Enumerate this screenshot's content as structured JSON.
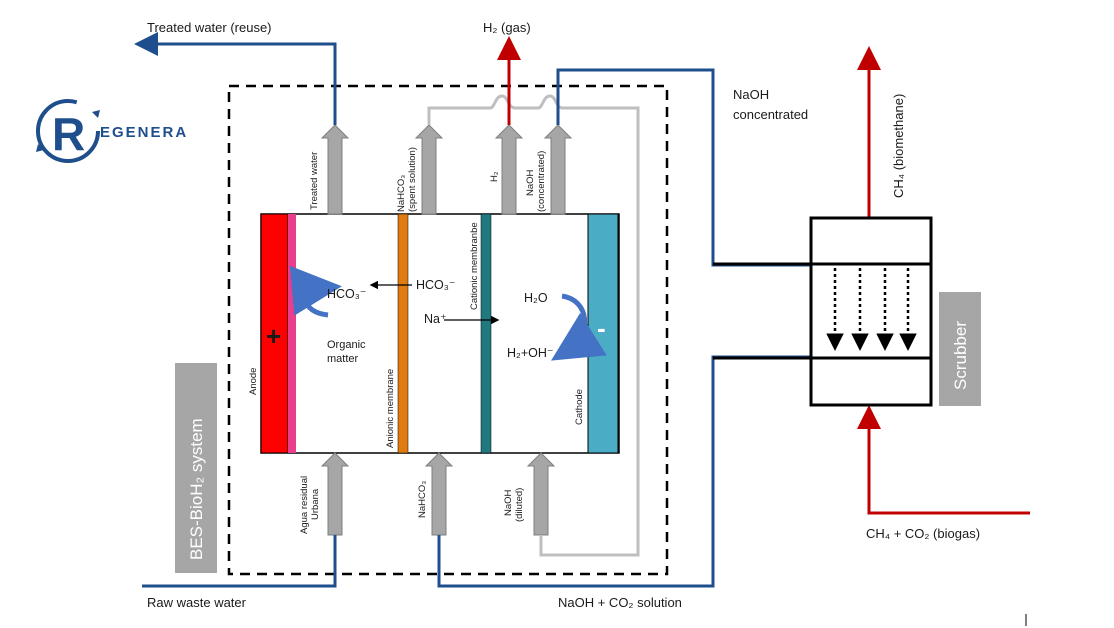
{
  "logo": {
    "text": "EGENERA",
    "letter": "R"
  },
  "labels": {
    "treated_water_reuse": "Treated water (reuse)",
    "h2_gas": "H₂ (gas)",
    "naoh_concentrated": [
      "NaOH",
      "concentrated"
    ],
    "ch4_biomethane": "CH₄ (biomethane)",
    "raw_waste_water": "Raw waste water",
    "naoh_co2_solution": "NaOH + CO₂ solution",
    "ch4_co2_biogas": "CH₄ + CO₂ (biogas)",
    "bes_system": "BES-BioH₂ system",
    "scrubber": "Scrubber"
  },
  "arrows_top": {
    "treated_water": "Treated water",
    "nahco3_spent": [
      "NaHCO₃",
      "(spent solution)"
    ],
    "h2": "H₂",
    "naoh_conc": [
      "NaOH",
      "(concentrated)"
    ]
  },
  "arrows_bottom": {
    "agua_residual": [
      "Agua residual",
      "Urbana"
    ],
    "nahco3": "NaHCO₃",
    "naoh_diluted": [
      "NaOH",
      "(diluted)"
    ]
  },
  "cell": {
    "anode": "Anode",
    "plus": "+",
    "minus": "-",
    "anionic_membrane": "Anionic membrane",
    "cationic_membrane": "Cationic membranbe",
    "cathode": "Cathode",
    "hco3_left": "HCO₃⁻",
    "hco3_right": "HCO₃⁻",
    "organic_matter": [
      "Organic",
      "matter"
    ],
    "na_plus": "Na⁺",
    "h2o": "H₂O",
    "h2_oh": "H₂+OH⁻"
  },
  "colors": {
    "blue_line": "#1f4e8c",
    "red_line": "#c00000",
    "anode": "#ff0000",
    "anode_strip": "#e83e8c",
    "anionic": "#e07b12",
    "cationic": "#1f7a80",
    "cathode": "#4bacc6",
    "gray_arrow": "#a6a6a6",
    "gray_box": "#a6a6a6"
  }
}
